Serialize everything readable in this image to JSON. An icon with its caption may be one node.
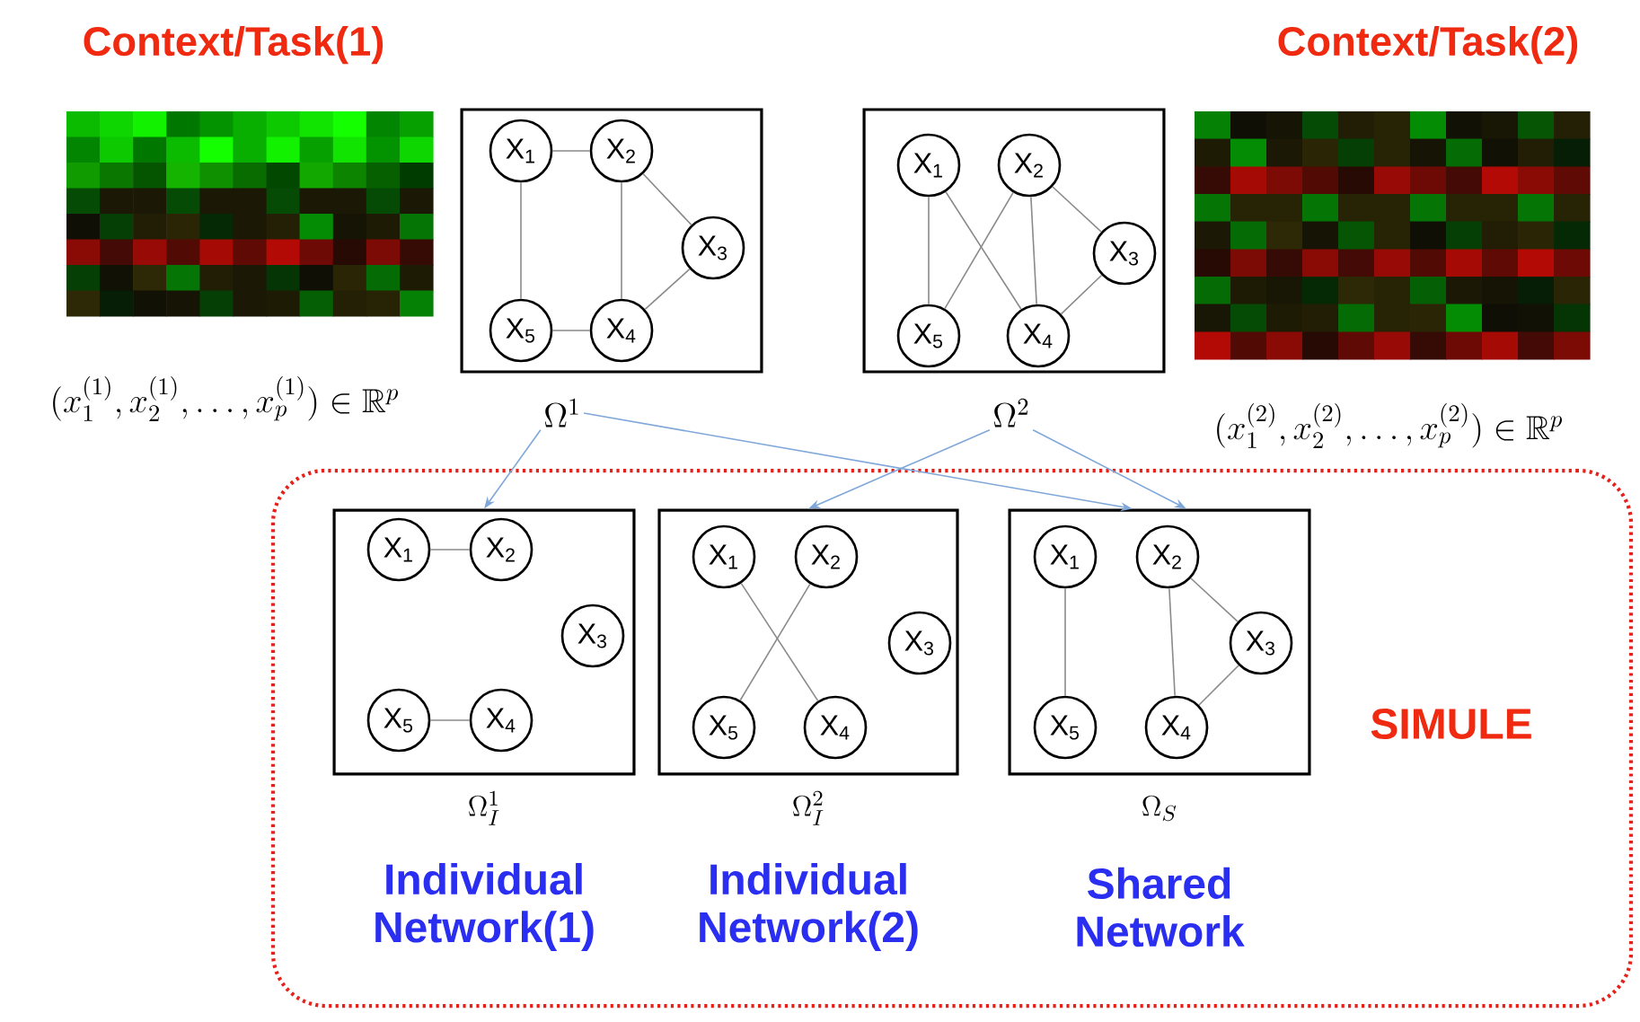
{
  "diagram": {
    "nodes": [
      {
        "text": [],
        "shape": "box"
      },
      {
        "text": [
          "X$_{1}$"
        ],
        "in": 0
      },
      {
        "text": [
          "X$_{2}$"
        ],
        "in": 0
      },
      {
        "text": [
          "X$_{3}$"
        ],
        "in": 0
      },
      {
        "text": [
          "X$_{4}$"
        ],
        "in": 0
      },
      {
        "text": [
          "X$_{5}$"
        ],
        "in": 0
      },
      {
        "text": [],
        "shape": "box"
      },
      {
        "text": [
          "X$_{1}$"
        ],
        "in": 6
      },
      {
        "text": [
          "X$_{2}$"
        ],
        "in": 6
      },
      {
        "text": [
          "X$_{3}$"
        ],
        "in": 6
      },
      {
        "text": [
          "X$_{4}$"
        ],
        "in": 6
      },
      {
        "text": [
          "X$_{5}$"
        ],
        "in": 6
      },
      {
        "text": [
          "\\Omega^1"
        ]
      },
      {
        "text": [
          "\\Omega^2"
        ]
      },
      {
        "text": [
          "SIMULE"
        ]
      },
      {
        "text": [],
        "shape": "box",
        "in": 14,
        "beside": [
          "\\Omega_I^1",
          "Individual Network(1)"
        ]
      },
      {
        "text": [
          "X$_{1}$"
        ],
        "in": 15
      },
      {
        "text": [
          "X$_{2}$"
        ],
        "in": 15
      },
      {
        "text": [
          "X$_{3}$"
        ],
        "in": 15
      },
      {
        "text": [
          "X$_{4}$"
        ],
        "in": 15
      },
      {
        "text": [
          "X$_{5}$"
        ],
        "in": 15
      },
      {
        "text": [],
        "shape": "box",
        "in": 14,
        "beside": [
          "\\Omega_I^2",
          "Individual Network(2)"
        ]
      },
      {
        "text": [
          "X$_{1}$"
        ],
        "in": 21
      },
      {
        "text": [
          "X$_{2}$"
        ],
        "in": 21
      },
      {
        "text": [
          "X$_{3}$"
        ],
        "in": 21
      },
      {
        "text": [
          "X$_{4}$"
        ],
        "in": 21
      },
      {
        "text": [
          "X$_{5}$"
        ],
        "in": 21
      },
      {
        "text": [],
        "shape": "box",
        "in": 14,
        "beside": [
          "\\Omega_S",
          "Shared Network"
        ]
      },
      {
        "text": [
          "X$_{1}$"
        ],
        "in": 27
      },
      {
        "text": [
          "X$_{2}$"
        ],
        "in": 27
      },
      {
        "text": [
          "X$_{3}$"
        ],
        "in": 27
      },
      {
        "text": [
          "X$_{4}$"
        ],
        "in": 27
      },
      {
        "text": [
          "X$_{5}$"
        ],
        "in": 27
      }
    ],
    "edges": [
      {
        "from": 1,
        "to": 2,
        "arrow": "none"
      },
      {
        "from": 1,
        "to": 5,
        "arrow": "none"
      },
      {
        "from": 2,
        "to": 4,
        "arrow": "none"
      },
      {
        "from": 2,
        "to": 3,
        "arrow": "none"
      },
      {
        "from": 3,
        "to": 4,
        "arrow": "none"
      },
      {
        "from": 5,
        "to": 4,
        "arrow": "none"
      },
      {
        "from": 7,
        "to": 11,
        "arrow": "none"
      },
      {
        "from": 7,
        "to": 10,
        "arrow": "none"
      },
      {
        "from": 8,
        "to": 11,
        "arrow": "none"
      },
      {
        "from": 8,
        "to": 10,
        "arrow": "none"
      },
      {
        "from": 8,
        "to": 9,
        "arrow": "none"
      },
      {
        "from": 9,
        "to": 10,
        "arrow": "none"
      },
      {
        "from": 16,
        "to": 17,
        "arrow": "none"
      },
      {
        "from": 20,
        "to": 19,
        "arrow": "none"
      },
      {
        "from": 22,
        "to": 25,
        "arrow": "none"
      },
      {
        "from": 23,
        "to": 26,
        "arrow": "none"
      },
      {
        "from": 28,
        "to": 32,
        "arrow": "none"
      },
      {
        "from": 29,
        "to": 31,
        "arrow": "none"
      },
      {
        "from": 29,
        "to": 30,
        "arrow": "none"
      },
      {
        "from": 30,
        "to": 31,
        "arrow": "none"
      },
      {
        "from": 12,
        "to": 15,
        "arrow": "to",
        "color": "#7fa7d9"
      },
      {
        "from": 12,
        "to": 27,
        "arrow": "to",
        "color": "#7fa7d9"
      },
      {
        "from": 13,
        "to": 21,
        "arrow": "to",
        "color": "#7fa7d9"
      },
      {
        "from": 13,
        "to": 27,
        "arrow": "to",
        "color": "#7fa7d9"
      }
    ],
    "labels": [
      "Context/Task(1)",
      "Context/Task(2)",
      "(x_1^{(1)}, x_2^{(1)}, \\ldots, x_p^{(1)}) \\in \\mathbb{R}^p",
      "(x_1^{(2)}, x_2^{(2)}, \\ldots, x_p^{(2)}) \\in \\mathbb{R}^p"
    ]
  }
}
